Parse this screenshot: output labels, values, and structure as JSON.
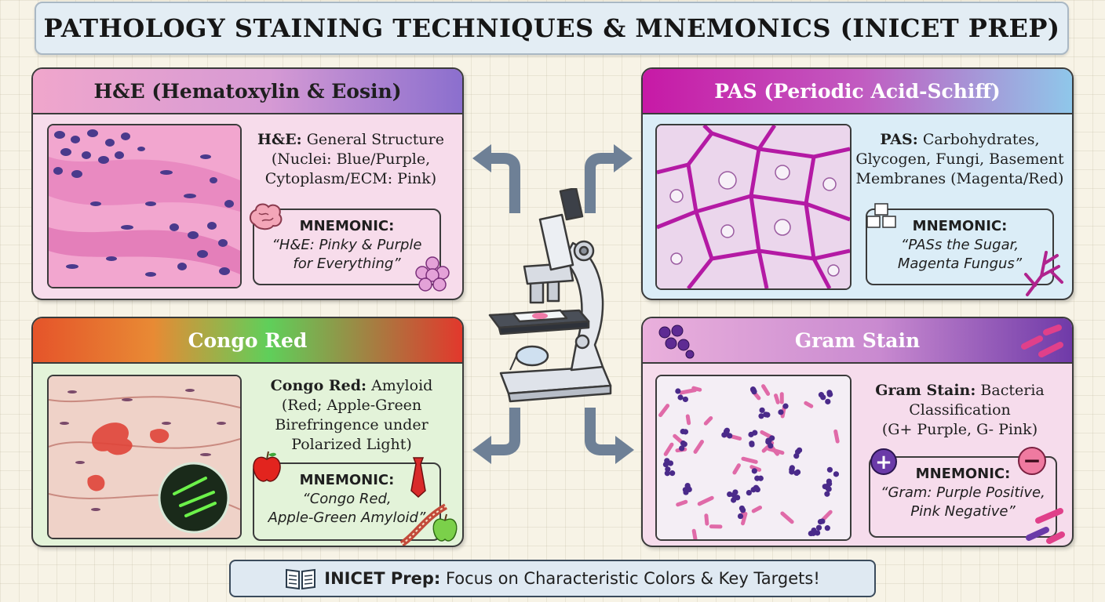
{
  "title": "PATHOLOGY STAINING TECHNIQUES & MNEMONICS (INICET PREP)",
  "panels": {
    "he": {
      "title": "H&E (Hematoxylin & Eosin)",
      "desc_label": "H&E:",
      "desc_line1": "General Structure",
      "desc_line2": "(Nuclei: Blue/Purple,",
      "desc_line3": "Cytoplasm/ECM: Pink)",
      "mnemonic_heading": "MNEMONIC:",
      "mnemonic_line1": "“H&E: Pinky & Purple",
      "mnemonic_line2": "for Everything”",
      "icons": [
        "brain-icon",
        "cells-cluster-icon"
      ]
    },
    "pas": {
      "title": "PAS (Periodic Acid-Schiff)",
      "desc_label": "PAS:",
      "desc_line1": "Carbohydrates,",
      "desc_line2": "Glycogen, Fungi, Basement",
      "desc_line3": "Membranes (Magenta/Red)",
      "mnemonic_heading": "MNEMONIC:",
      "mnemonic_line1": "“PASs the Sugar,",
      "mnemonic_line2": "Magenta Fungus”",
      "icons": [
        "sugar-cubes-icon",
        "fungus-hyphae-icon"
      ]
    },
    "congo": {
      "title": "Congo Red",
      "desc_label": "Congo Red:",
      "desc_line1": "Amyloid",
      "desc_line2": "(Red; Apple-Green",
      "desc_line3": "Birefringence under",
      "desc_line4": "Polarized Light)",
      "mnemonic_heading": "MNEMONIC:",
      "mnemonic_line1": "“Congo Red,",
      "mnemonic_line2": "Apple-Green Amyloid”",
      "icons": [
        "red-apple-icon",
        "red-tie-icon",
        "green-apple-icon",
        "ribbon-icon"
      ]
    },
    "gram": {
      "title": "Gram Stain",
      "desc_label": "Gram Stain:",
      "desc_line1": "Bacteria",
      "desc_line2": "Classification",
      "desc_line3": "(G+ Purple, G- Pink)",
      "mnemonic_heading": "MNEMONIC:",
      "mnemonic_line1": "“Gram: Purple Positive,",
      "mnemonic_line2": "Pink Negative”",
      "plus_symbol": "+",
      "minus_symbol": "−",
      "icons": [
        "plus-icon",
        "minus-icon",
        "cocci-icon",
        "bacilli-icon"
      ]
    }
  },
  "center_icon": "microscope-icon",
  "footer": {
    "label": "INICET Prep:",
    "text": "Focus on Characteristic Colors & Key Targets!",
    "icon": "book-icon"
  },
  "colors": {
    "he_header_start": "#e88fbf",
    "he_header_end": "#8b6fce",
    "pas_header_start": "#c719a6",
    "pas_header_end": "#8fc7ea",
    "congo_header_start": "#e5542a",
    "congo_header_mid": "#5fcf5a",
    "congo_header_end": "#e2382c",
    "gram_header_start": "#e39bd0",
    "gram_header_end": "#6f3aa8",
    "arrow": "#6e8096"
  }
}
